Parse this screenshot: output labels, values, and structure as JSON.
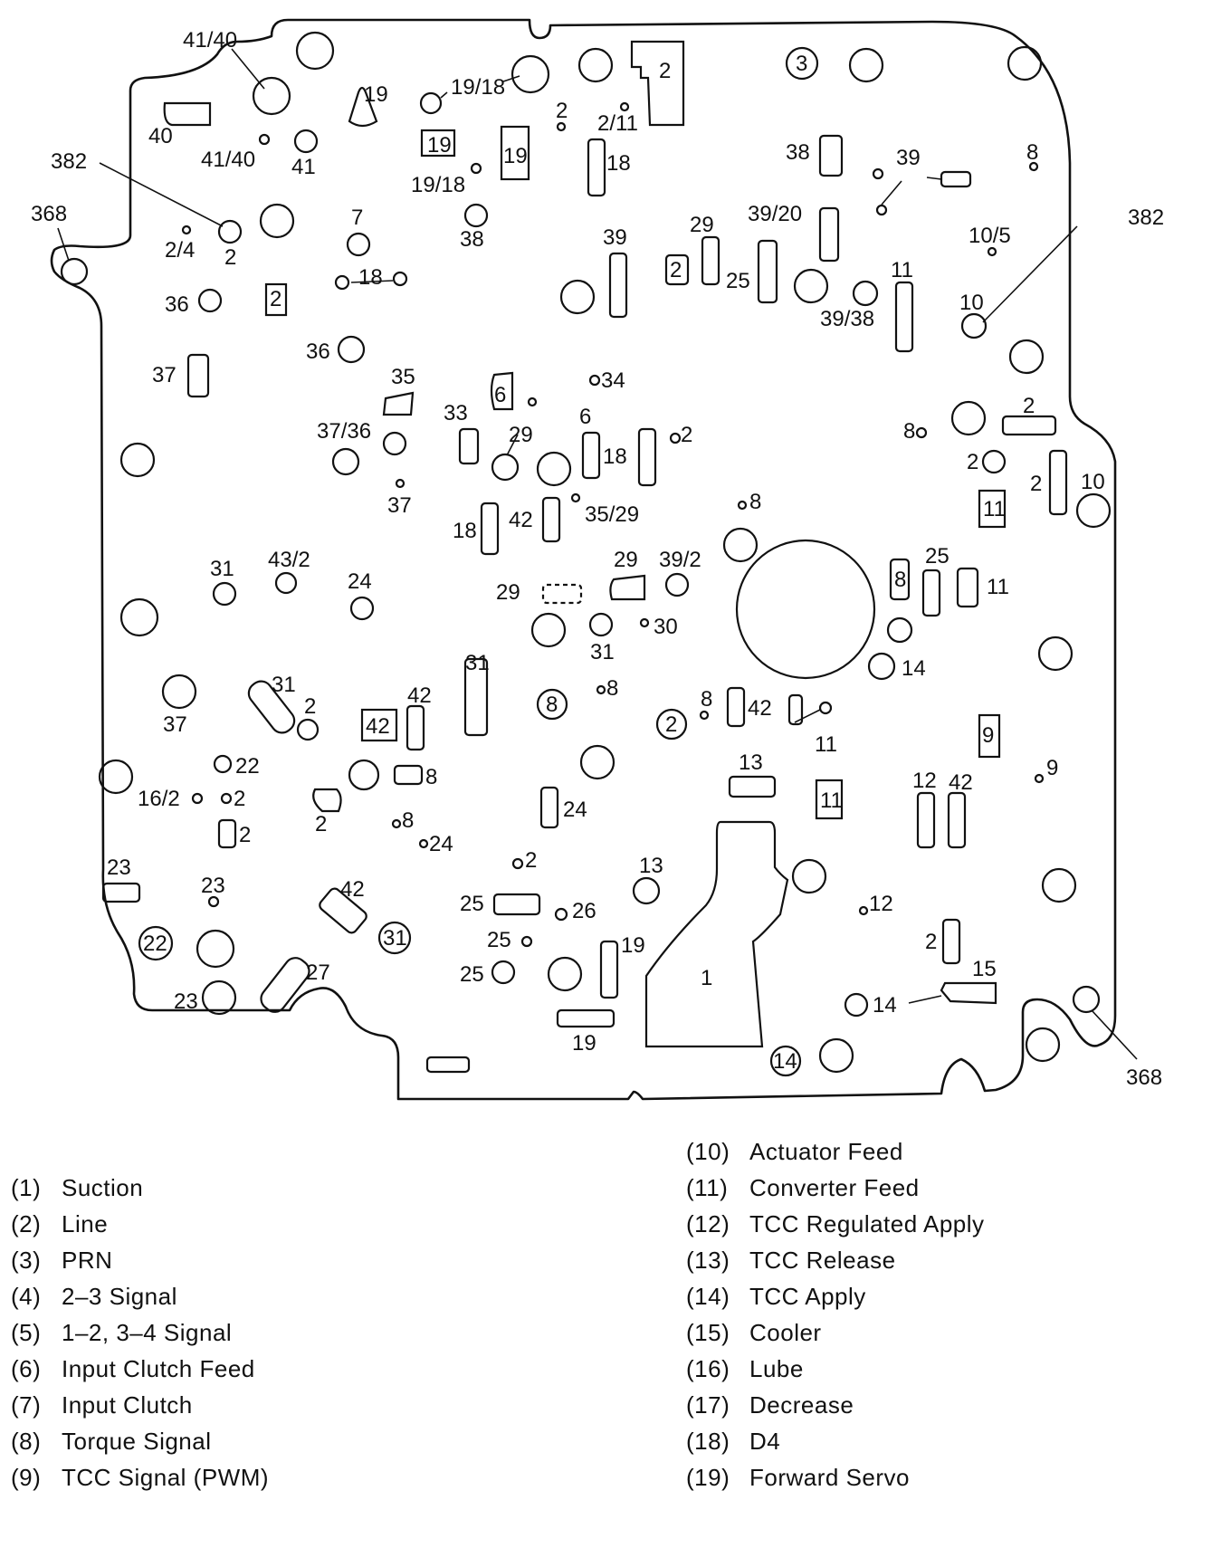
{
  "legend": {
    "left": [
      {
        "num": "(1)",
        "label": "Suction"
      },
      {
        "num": "(2)",
        "label": "Line"
      },
      {
        "num": "(3)",
        "label": "PRN"
      },
      {
        "num": "(4)",
        "label": "2–3 Signal"
      },
      {
        "num": "(5)",
        "label": "1–2, 3–4 Signal"
      },
      {
        "num": "(6)",
        "label": "Input Clutch Feed"
      },
      {
        "num": "(7)",
        "label": "Input Clutch"
      },
      {
        "num": "(8)",
        "label": "Torque Signal"
      },
      {
        "num": "(9)",
        "label": "TCC Signal (PWM)"
      }
    ],
    "right": [
      {
        "num": "(10)",
        "label": "Actuator Feed"
      },
      {
        "num": "(11)",
        "label": "Converter Feed"
      },
      {
        "num": "(12)",
        "label": "TCC Regulated Apply"
      },
      {
        "num": "(13)",
        "label": "TCC Release"
      },
      {
        "num": "(14)",
        "label": "TCC Apply"
      },
      {
        "num": "(15)",
        "label": "Cooler"
      },
      {
        "num": "(16)",
        "label": "Lube"
      },
      {
        "num": "(17)",
        "label": "Decrease"
      },
      {
        "num": "(18)",
        "label": "D4"
      },
      {
        "num": "(19)",
        "label": "Forward Servo"
      }
    ]
  },
  "labels": {
    "l41_40_top": "41/40",
    "l19_a": "19",
    "l19_18_a": "19/18",
    "l2_slot_top": "2",
    "l3_circled": "3",
    "l40": "40",
    "l41_40_b": "41/40",
    "l41": "41",
    "l19_box_a": "19",
    "l19_box_b": "19",
    "l19_18_b": "19/18",
    "l2_small_a": "2",
    "l2_11": "2/11",
    "l18_a": "18",
    "l38_a": "38",
    "l39_a": "39",
    "l8_a": "8",
    "l382_left": "382",
    "l382_right": "382",
    "l368_left": "368",
    "l368_right": "368",
    "l7": "7",
    "l2_4": "2/4",
    "l2_b": "2",
    "l38_b": "38",
    "l39_b": "39",
    "l29_a": "29",
    "l39_20": "39/20",
    "l10_5": "10/5",
    "l18_b": "18",
    "l36_a": "36",
    "l2_box_a": "2",
    "l25_a": "25",
    "l11_a": "11",
    "l39_38": "39/38",
    "l2_box_b": "2",
    "l10_a": "10",
    "l36_b": "36",
    "l37_a": "37",
    "l35": "35",
    "l6_a": "6",
    "l34": "34",
    "l33": "33",
    "l29_b": "29",
    "l6_b": "6",
    "l18_c": "18",
    "l2_c": "2",
    "l37_36": "37/36",
    "l8_b": "8",
    "l2_d": "2",
    "l2_e": "2",
    "l2_f": "2",
    "l10_b": "10",
    "l37_b": "37",
    "l8_c": "8",
    "l18_d": "18",
    "l42_a": "42",
    "l35_29": "35/29",
    "l11_box_a": "11",
    "l31_a": "31",
    "l43_2": "43/2",
    "l24_a": "24",
    "l29_c": "29",
    "l39_2": "39/2",
    "l29_d": "29",
    "l25_b": "25",
    "l8_box": "8",
    "l11_b": "11",
    "l30": "30",
    "l31_b": "31",
    "l14_a": "14",
    "l31_c": "31",
    "l2_g": "2",
    "l42_b": "42",
    "l31_d": "31",
    "l8_circled": "8",
    "l8_d": "8",
    "l8_e": "8",
    "l2_circled": "2",
    "l42_c": "42",
    "l11_c": "11",
    "l37_c": "37",
    "l42_box": "42",
    "l22_a": "22",
    "l8_f": "8",
    "l13_a": "13",
    "l9_box": "9",
    "l16_2": "16/2",
    "l2_h": "2",
    "l11_box_b": "11",
    "l9": "9",
    "l12_a": "12",
    "l42_d": "42",
    "l2_i": "2",
    "l2_j": "2",
    "l8_g": "8",
    "l24_b": "24",
    "l24_c": "24",
    "l23_a": "23",
    "l2_k": "2",
    "l23_b": "23",
    "l42_e": "42",
    "l13_b": "13",
    "l25_c": "25",
    "l26": "26",
    "l12_b": "12",
    "l22_circled": "22",
    "l31_circled": "31",
    "l25_d": "25",
    "l19_c": "19",
    "l2_l": "2",
    "l15": "15",
    "l25_e": "25",
    "l1": "1",
    "l27": "27",
    "l23_c": "23",
    "l14_b": "14",
    "l19_d": "19",
    "l14_circled": "14"
  }
}
